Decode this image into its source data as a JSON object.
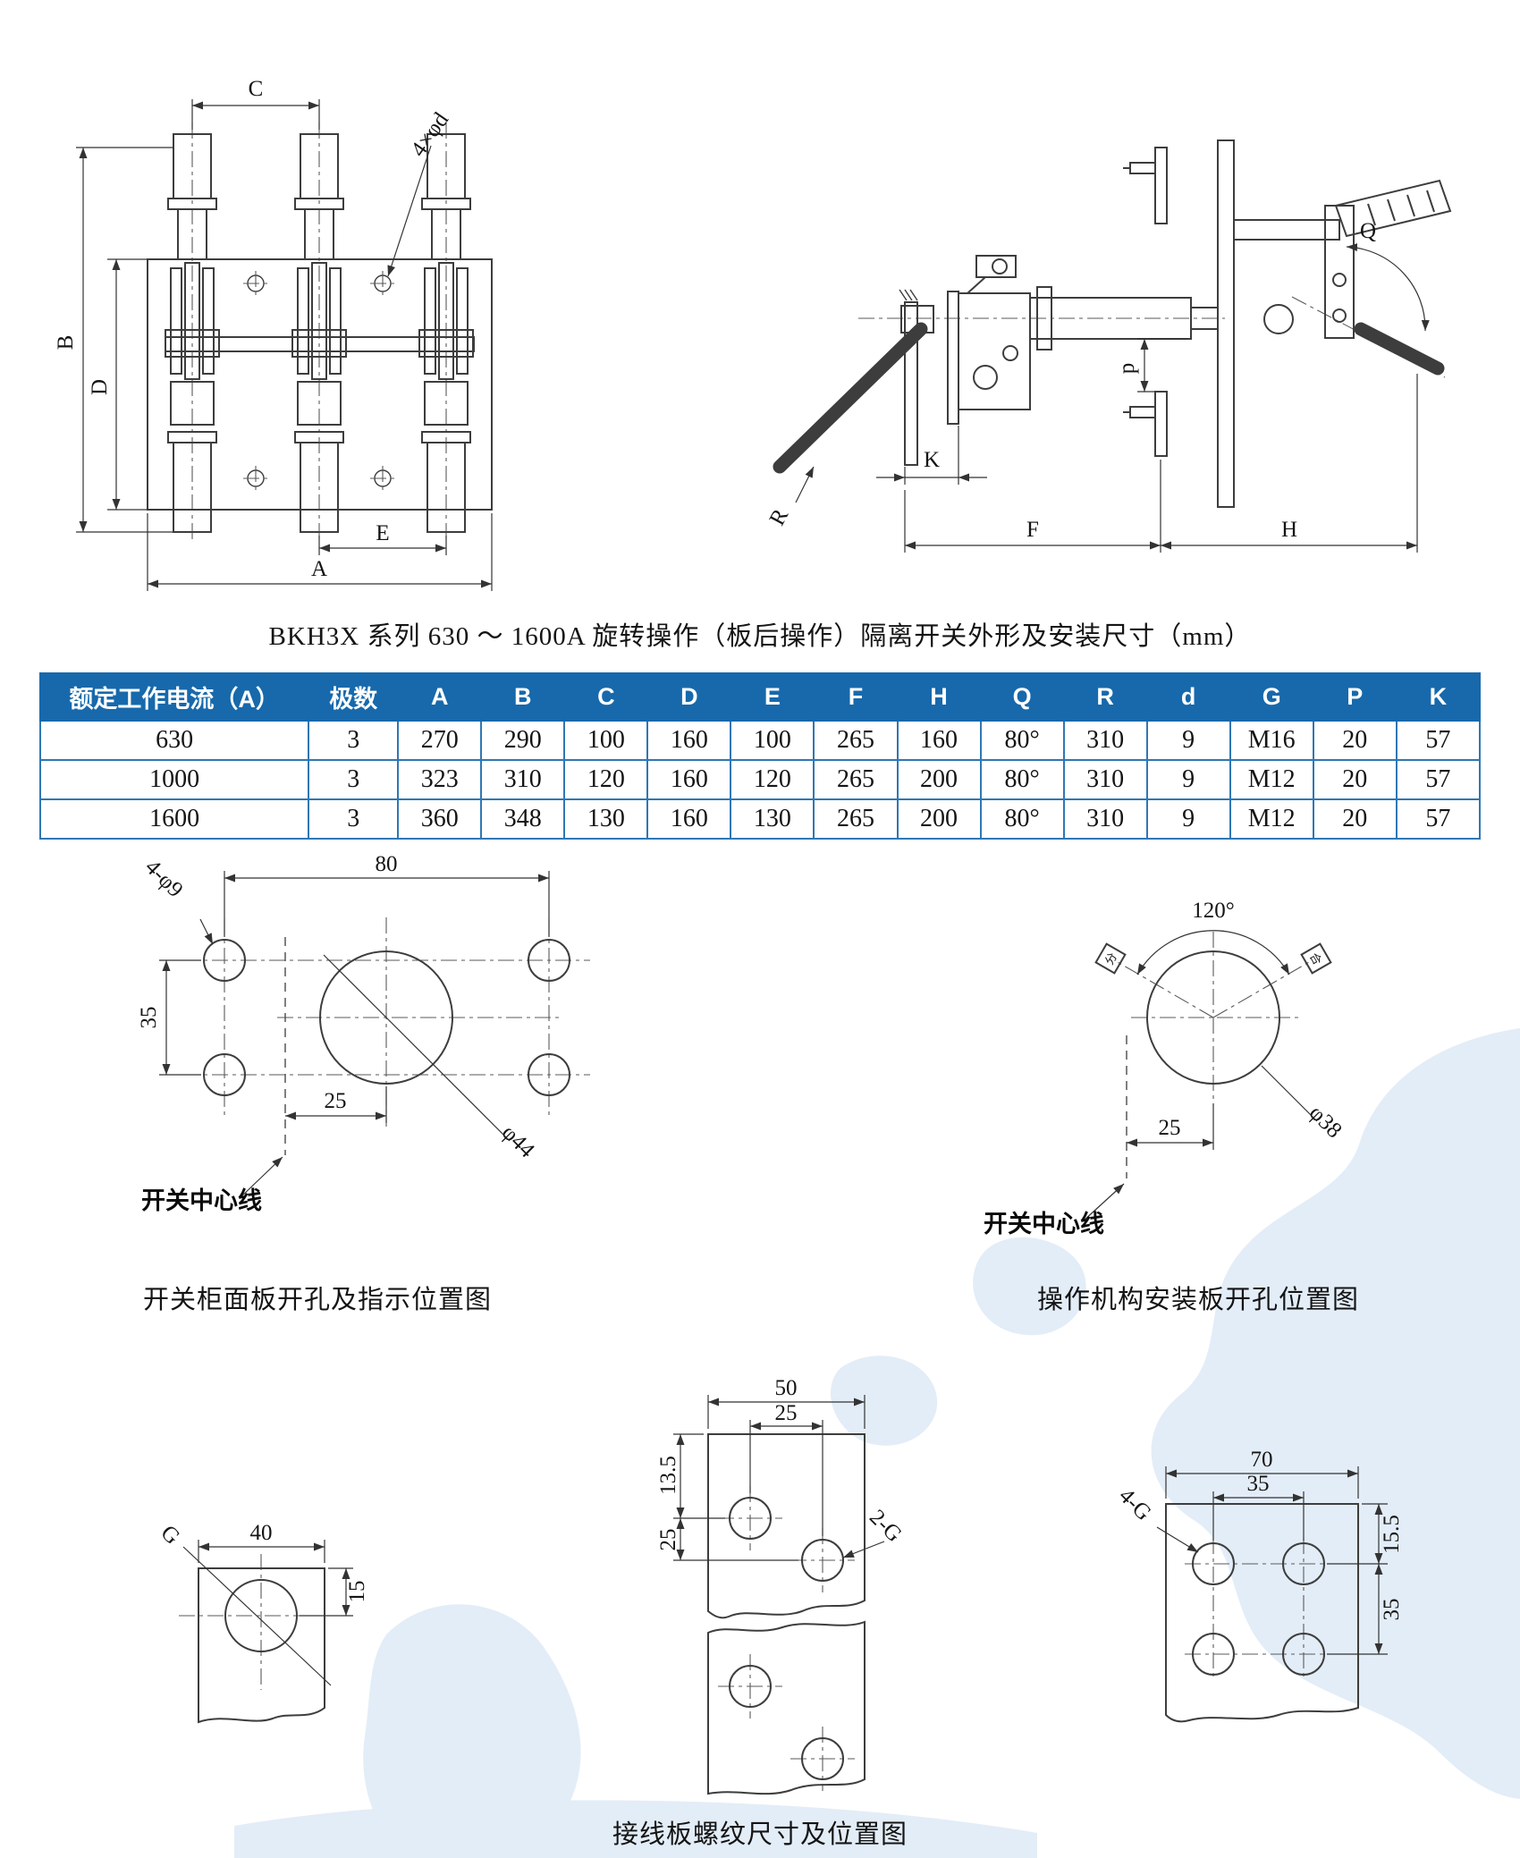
{
  "page": {
    "main_caption": "BKH3X 系列 630 ～ 1600A 旋转操作（板后操作）隔离开关外形及安装尺寸（mm）",
    "panel_caption": "开关柜面板开孔及指示位置图",
    "mech_caption": "操作机构安装板开孔位置图",
    "terminal_caption": "接线板螺纹尺寸及位置图"
  },
  "colors": {
    "header_bg": "#1769ac",
    "table_border": "#2f77b4",
    "line": "#3d3d3d",
    "watermark": "#e3edf7"
  },
  "front_view": {
    "dim_c": "C",
    "dim_holes": "4×φd",
    "dim_b": "B",
    "dim_d": "D",
    "dim_e": "E",
    "dim_a": "A"
  },
  "side_view": {
    "dim_q": "Q",
    "dim_p": "p",
    "dim_k": "K",
    "dim_r": "R",
    "dim_f": "F",
    "dim_h": "H"
  },
  "spec_table": {
    "headers": [
      "额定工作电流（A）",
      "极数",
      "A",
      "B",
      "C",
      "D",
      "E",
      "F",
      "H",
      "Q",
      "R",
      "d",
      "G",
      "P",
      "K"
    ],
    "rows": [
      [
        "630",
        "3",
        "270",
        "290",
        "100",
        "160",
        "100",
        "265",
        "160",
        "80°",
        "310",
        "9",
        "M16",
        "20",
        "57"
      ],
      [
        "1000",
        "3",
        "323",
        "310",
        "120",
        "160",
        "120",
        "265",
        "200",
        "80°",
        "310",
        "9",
        "M12",
        "20",
        "57"
      ],
      [
        "1600",
        "3",
        "360",
        "348",
        "130",
        "160",
        "130",
        "265",
        "200",
        "80°",
        "310",
        "9",
        "M12",
        "20",
        "57"
      ]
    ]
  },
  "panel_diagram": {
    "dim_width": "80",
    "dim_height": "35",
    "dim_offset": "25",
    "label_small_holes": "4-φ9",
    "label_big_hole": "φ44",
    "label_centerline": "开关中心线"
  },
  "mech_diagram": {
    "dim_angle": "120°",
    "dim_offset": "25",
    "label_hole": "φ38",
    "label_open": "分",
    "label_close": "合",
    "label_centerline": "开关中心线"
  },
  "plates": {
    "p1": {
      "dim_w": "40",
      "dim_h": "15",
      "label_thread": "G"
    },
    "p2": {
      "dim_w": "50",
      "dim_inner": "25",
      "dim_top": "13.5",
      "dim_side": "25",
      "label_thread": "2-G"
    },
    "p3": {
      "dim_w": "70",
      "dim_inner": "35",
      "dim_top": "15.5",
      "dim_side": "35",
      "label_thread": "4-G"
    }
  }
}
